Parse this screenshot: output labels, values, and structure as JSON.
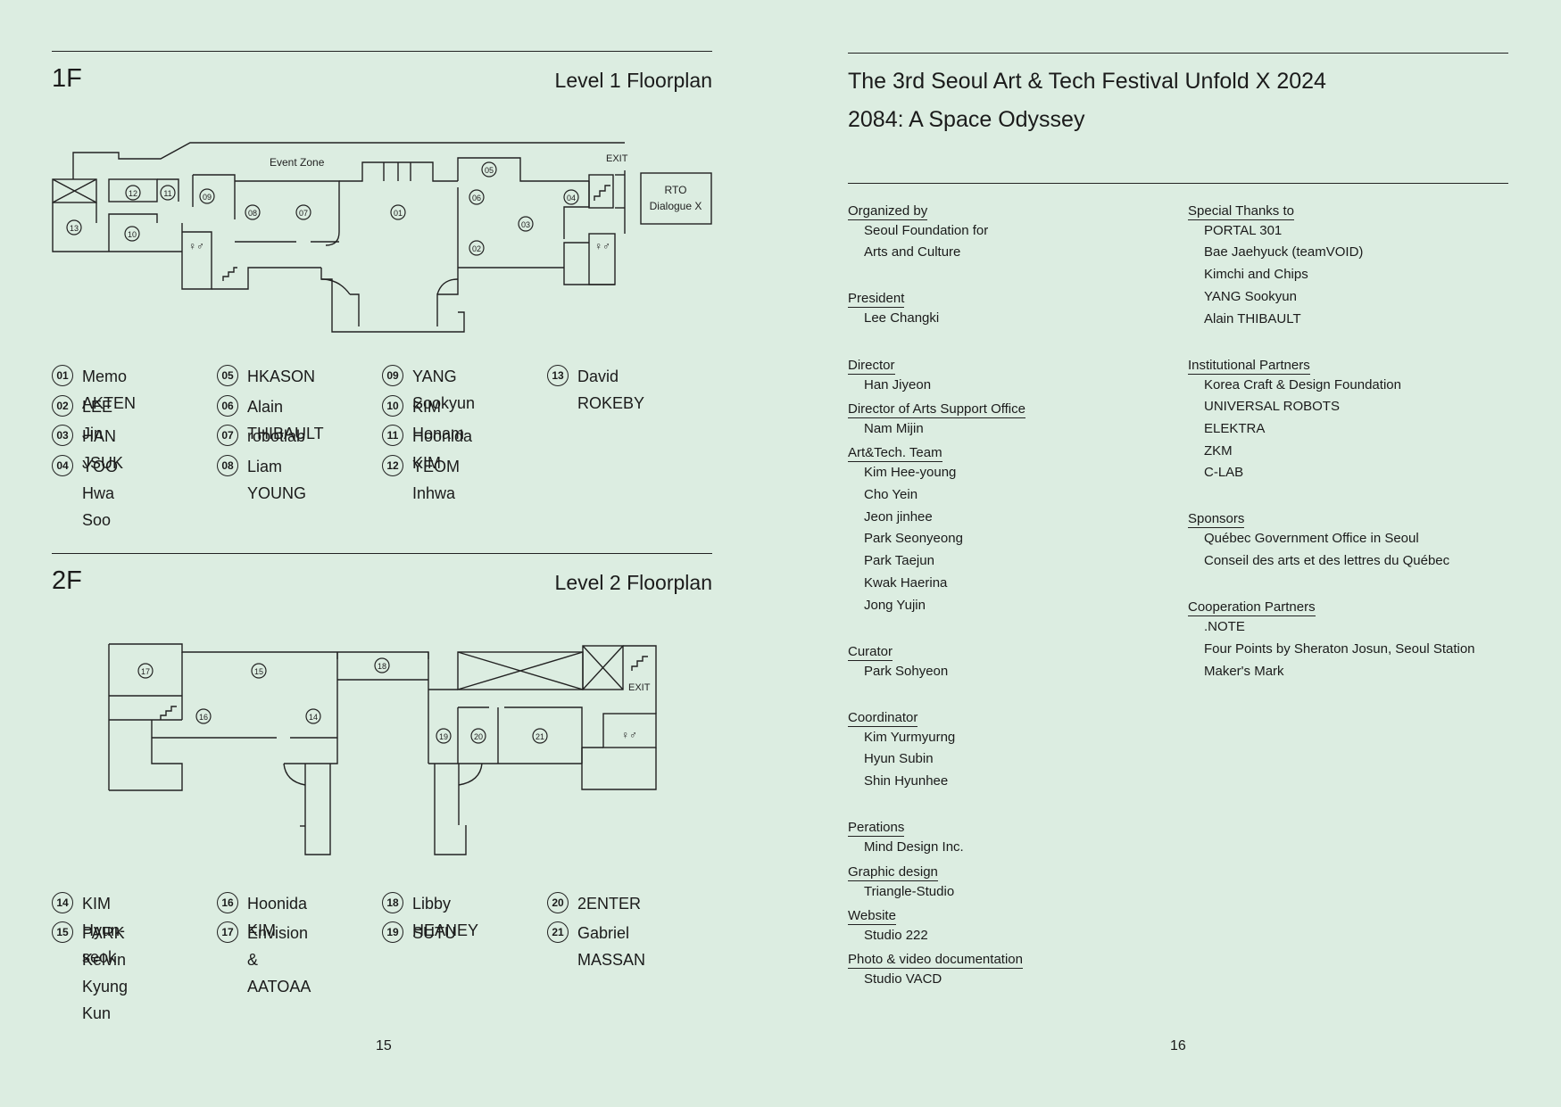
{
  "left_page": {
    "floor1": {
      "code": "1F",
      "title": "Level 1 Floorplan",
      "labels": {
        "event_zone": "Event Zone",
        "exit": "EXIT",
        "rto_line1": "RTO",
        "rto_line2": "Dialogue X",
        "rooms": [
          "01",
          "02",
          "03",
          "04",
          "05",
          "06",
          "07",
          "08",
          "09",
          "10",
          "11",
          "12",
          "13"
        ]
      },
      "legend": [
        {
          "num": "01",
          "name": "Memo AKTEN"
        },
        {
          "num": "02",
          "name": "LEE Jin"
        },
        {
          "num": "03",
          "name": "HAN JSUK"
        },
        {
          "num": "04",
          "name": "YOO Hwa Soo"
        },
        {
          "num": "05",
          "name": "HKASON"
        },
        {
          "num": "06",
          "name": "Alain THIBAULT"
        },
        {
          "num": "07",
          "name": "robotlab"
        },
        {
          "num": "08",
          "name": "Liam YOUNG"
        },
        {
          "num": "09",
          "name": "YANG Sookyun"
        },
        {
          "num": "10",
          "name": "KIM Honam"
        },
        {
          "num": "11",
          "name": "Hoonida KIM"
        },
        {
          "num": "12",
          "name": "YEOM Inhwa"
        },
        {
          "num": "13",
          "name": "David ROKEBY"
        }
      ]
    },
    "floor2": {
      "code": "2F",
      "title": "Level 2 Floorplan",
      "labels": {
        "exit": "EXIT",
        "rooms": [
          "14",
          "15",
          "16",
          "17",
          "18",
          "19",
          "20",
          "21"
        ]
      },
      "legend": [
        {
          "num": "14",
          "name": "KIM Hyun-seok"
        },
        {
          "num": "15",
          "name": "PARK\nKelvin Kyung Kun"
        },
        {
          "num": "16",
          "name": "Hoonida KIM"
        },
        {
          "num": "17",
          "name": "Envision &\nAATOAA"
        },
        {
          "num": "18",
          "name": "Libby HEANEY"
        },
        {
          "num": "19",
          "name": "SUTU"
        },
        {
          "num": "20",
          "name": "2ENTER"
        },
        {
          "num": "21",
          "name": "Gabriel MASSAN"
        }
      ]
    },
    "page_number": "15"
  },
  "right_page": {
    "title_line1": "The 3rd Seoul Art & Tech Festival Unfold X 2024",
    "title_line2": "2084: A Space Odyssey",
    "credits_left": [
      {
        "label": "Organized by",
        "names": [
          "Seoul Foundation for",
          "Arts and Culture"
        ],
        "gap_after": true
      },
      {
        "label": "President",
        "names": [
          "Lee Changki"
        ],
        "gap_after": true
      },
      {
        "label": "Director",
        "names": [
          "Han Jiyeon"
        ],
        "gap_after": false
      },
      {
        "label": "Director of Arts Support Office",
        "names": [
          "Nam Mijin"
        ],
        "gap_after": false
      },
      {
        "label": "Art&Tech. Team",
        "names": [
          "Kim Hee-young",
          "Cho Yein",
          "Jeon jinhee",
          "Park Seonyeong",
          "Park Taejun",
          "Kwak Haerina",
          "Jong Yujin"
        ],
        "gap_after": true
      },
      {
        "label": "Curator",
        "names": [
          "Park Sohyeon"
        ],
        "gap_after": true
      },
      {
        "label": "Coordinator",
        "names": [
          "Kim Yurmyurng",
          "Hyun Subin",
          "Shin Hyunhee"
        ],
        "gap_after": true
      },
      {
        "label": "Perations",
        "names": [
          "Mind Design Inc."
        ],
        "gap_after": false
      },
      {
        "label": "Graphic design",
        "names": [
          "Triangle-Studio"
        ],
        "gap_after": false
      },
      {
        "label": "Website",
        "names": [
          "Studio 222"
        ],
        "gap_after": false
      },
      {
        "label": "Photo & video documentation",
        "names": [
          "Studio VACD"
        ],
        "gap_after": false
      }
    ],
    "credits_right": [
      {
        "label": "Special Thanks to",
        "names": [
          "PORTAL 301",
          "Bae Jaehyuck (teamVOID)",
          "Kimchi and Chips",
          "YANG Sookyun",
          "Alain THIBAULT"
        ],
        "gap_after": true
      },
      {
        "label": "Institutional Partners",
        "names": [
          "Korea Craft & Design Foundation",
          "UNIVERSAL ROBOTS",
          "ELEKTRA",
          "ZKM",
          "C-LAB"
        ],
        "gap_after": true
      },
      {
        "label": "Sponsors",
        "names": [
          "Québec Government Office in Seoul",
          "Conseil des arts et des lettres du Québec"
        ],
        "gap_after": true
      },
      {
        "label": "Cooperation Partners",
        "names": [
          ".NOTE",
          "Four Points by Sheraton Josun, Seoul Station",
          "Maker's Mark"
        ],
        "gap_after": false
      }
    ],
    "page_number": "16"
  }
}
